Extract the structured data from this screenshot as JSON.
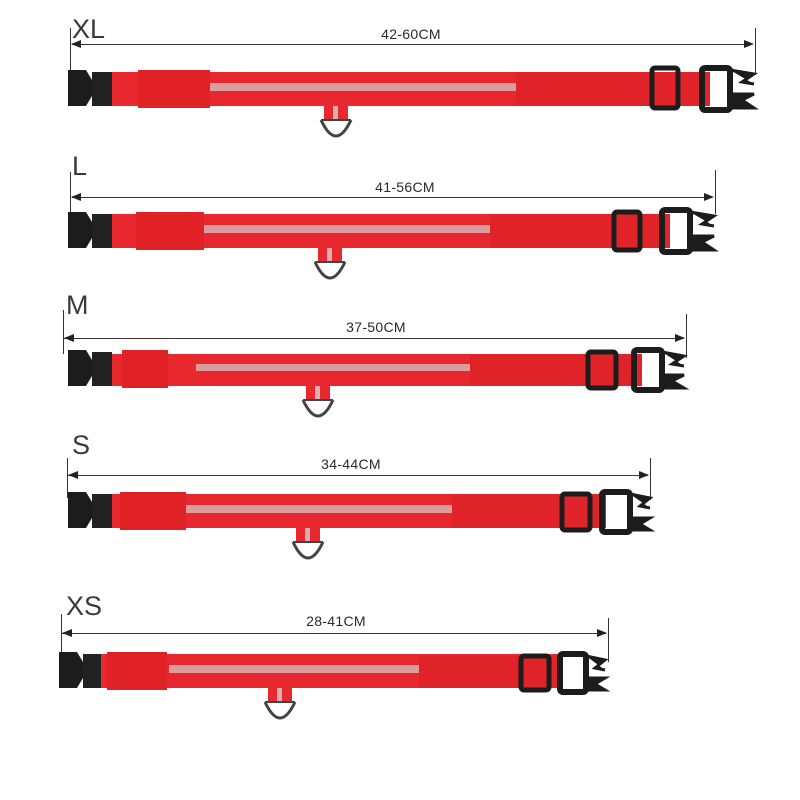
{
  "colors": {
    "strap": "#e8282e",
    "strap_dark": "#c81e24",
    "reflective_stripe": "#d9a8aa",
    "buckle": "#1c1c1c",
    "d_ring": "#555555",
    "text": "#333333"
  },
  "sizes": [
    {
      "label": "XL",
      "range": "42-60CM"
    },
    {
      "label": "L",
      "range": "41-56CM"
    },
    {
      "label": "M",
      "range": "37-50CM"
    },
    {
      "label": "S",
      "range": "34-44CM"
    },
    {
      "label": "XS",
      "range": "28-41CM"
    }
  ]
}
